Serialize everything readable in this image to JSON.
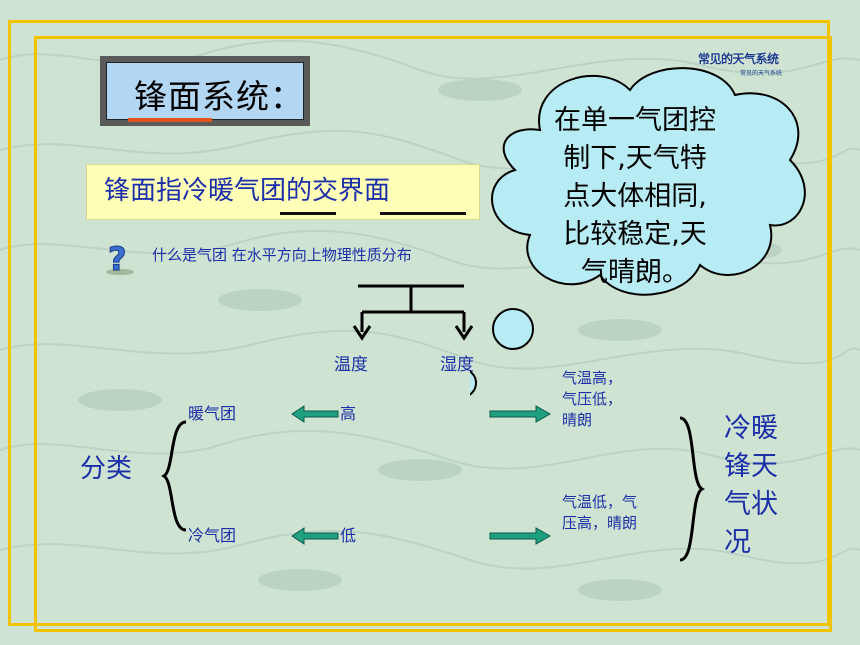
{
  "corner": {
    "title": "常见的天气系统",
    "subtitle": "常见的天气系统"
  },
  "title": "锋面系统：",
  "definition": "锋面指冷暖气团的交界面",
  "question": "什么是气团 在水平方向上物理性质分布",
  "branch": {
    "temperature": "温度",
    "humidity": "湿度"
  },
  "classify_label": "分类",
  "warm_mass": "暖气团",
  "cold_mass": "冷气团",
  "high": "高",
  "low": "低",
  "warm_weather": [
    "气温高，",
    "气压低，",
    "晴朗"
  ],
  "cold_weather": [
    "气温低，气",
    "压高，晴朗"
  ],
  "front_weather": [
    "冷暖",
    "锋天",
    "气状",
    "况"
  ],
  "cloud_text": [
    "在单一气团控",
    "制下,天气特",
    "点大体相同,",
    "比较稳定,天",
    "气晴朗。"
  ],
  "colors": {
    "frame": "#f2c300",
    "text_blue": "#1b2fa8",
    "arrow_green": "#1fa080",
    "cloud_fill": "#b7ecf4"
  }
}
